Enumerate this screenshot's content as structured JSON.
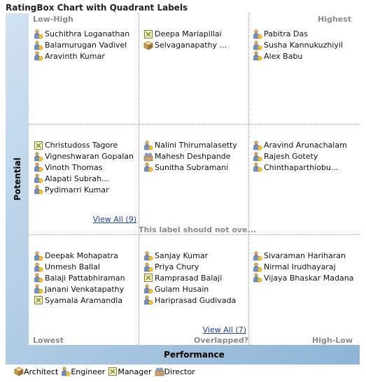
{
  "chart_data": {
    "type": "ratingbox",
    "title": "RatingBox Chart with Quadrant Labels",
    "xlabel": "Performance",
    "ylabel": "Potential",
    "quadrant_labels": {
      "top_left": "Low-High",
      "top_right": "Highest",
      "bottom_left": "Lowest",
      "bottom_middle": "Overlapped?",
      "bottom_right": "High-Low",
      "middle_center": "This label should not ove..."
    },
    "cells": [
      {
        "row": 0,
        "col": 0,
        "items": [
          {
            "name": "Suchithra Loganathan",
            "type": "Engineer"
          },
          {
            "name": "Balamurugan Vadivel",
            "type": "Engineer"
          },
          {
            "name": "Aravinth Kumar",
            "type": "Engineer"
          }
        ]
      },
      {
        "row": 0,
        "col": 1,
        "items": [
          {
            "name": "Deepa Mariapillai",
            "type": "Manager"
          },
          {
            "name": "Selvaganapathy ...",
            "type": "Architect"
          }
        ]
      },
      {
        "row": 0,
        "col": 2,
        "items": [
          {
            "name": "Pabitra Das",
            "type": "Engineer"
          },
          {
            "name": "Susha Kannukuzhiyil",
            "type": "Engineer"
          },
          {
            "name": "Alex Babu",
            "type": "Engineer"
          }
        ]
      },
      {
        "row": 1,
        "col": 0,
        "view_all": "View All (9)",
        "items": [
          {
            "name": "Christudoss Tagore",
            "type": "Manager"
          },
          {
            "name": "Vigneshwaran Gopalan",
            "type": "Engineer"
          },
          {
            "name": "Vinoth Thomas",
            "type": "Engineer"
          },
          {
            "name": "Alapati Subrah...",
            "type": "Engineer"
          },
          {
            "name": "Pydimarri Kumar",
            "type": "Engineer"
          }
        ]
      },
      {
        "row": 1,
        "col": 1,
        "items": [
          {
            "name": "Nalini Thirumalasetty",
            "type": "Engineer"
          },
          {
            "name": "Mahesh Deshpande",
            "type": "Director"
          },
          {
            "name": "Sunitha Subramani",
            "type": "Engineer"
          }
        ]
      },
      {
        "row": 1,
        "col": 2,
        "items": [
          {
            "name": "Aravind Arunachalam",
            "type": "Engineer"
          },
          {
            "name": "Rajesh Gotety",
            "type": "Engineer"
          },
          {
            "name": "Chinthaparthiobu...",
            "type": "Engineer"
          }
        ]
      },
      {
        "row": 2,
        "col": 0,
        "items": [
          {
            "name": "Deepak Mohapatra",
            "type": "Engineer"
          },
          {
            "name": "Unmesh Ballal",
            "type": "Engineer"
          },
          {
            "name": "Balaji Pattabhiraman",
            "type": "Engineer"
          },
          {
            "name": "Janani Venkatapathy",
            "type": "Engineer"
          },
          {
            "name": "Syamala Aramandla",
            "type": "Manager"
          }
        ]
      },
      {
        "row": 2,
        "col": 1,
        "view_all": "View All (7)",
        "items": [
          {
            "name": "Sanjay Kumar",
            "type": "Engineer"
          },
          {
            "name": "Priya Chury",
            "type": "Engineer"
          },
          {
            "name": "Ramprasad Balaji",
            "type": "Manager"
          },
          {
            "name": "Gulam Husain",
            "type": "Engineer"
          },
          {
            "name": "Hariprasad Gudivada",
            "type": "Engineer"
          }
        ]
      },
      {
        "row": 2,
        "col": 2,
        "items": [
          {
            "name": "Sivaraman Hariharan",
            "type": "Engineer"
          },
          {
            "name": "Nirmal Irudhayaraj",
            "type": "Engineer"
          },
          {
            "name": "Vijaya Bhaskar Madana",
            "type": "Engineer"
          }
        ]
      }
    ],
    "legend": [
      {
        "label": "Architect",
        "icon": "architect-icon"
      },
      {
        "label": "Engineer",
        "icon": "engineer-icon"
      },
      {
        "label": "Manager",
        "icon": "manager-icon"
      },
      {
        "label": "Director",
        "icon": "director-icon"
      }
    ],
    "colors": {
      "frame_start": "#d0e2f2",
      "frame_end": "#8eb4d6",
      "corner_label": "#8a8a8a",
      "link": "#1a3fb0",
      "person_head": "#e8a84a",
      "person_body": "#6f8fc2",
      "badge": "#f4c22b"
    }
  }
}
